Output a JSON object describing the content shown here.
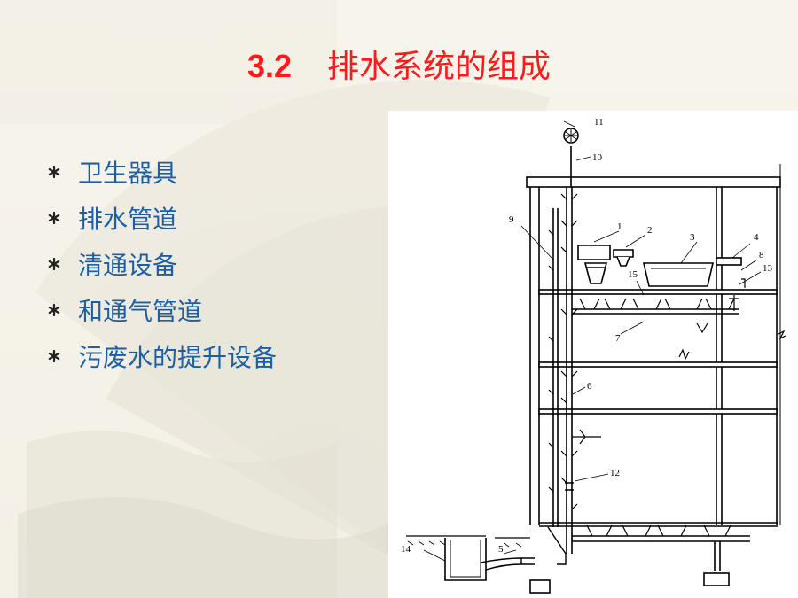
{
  "slide": {
    "title_number": "3.2",
    "title_text": "排水系统的组成",
    "colors": {
      "title": "#ff1a1a",
      "bullet_text": "#1a5fa8",
      "bullet_mark": "#222222"
    },
    "bullet_icon": "asterisk-icon",
    "bullets": [
      "卫生器具",
      "排水管道",
      "清通设备",
      "和通气管道",
      "污废水的提升设备"
    ]
  },
  "diagram": {
    "labels": {
      "l1": "1",
      "l2": "2",
      "l3": "3",
      "l4": "4",
      "l5": "5",
      "l6": "6",
      "l7": "7",
      "l8": "8",
      "l9": "9",
      "l10": "10",
      "l11": "11",
      "l12": "12",
      "l13": "13",
      "l14": "14",
      "l15": "15"
    }
  }
}
